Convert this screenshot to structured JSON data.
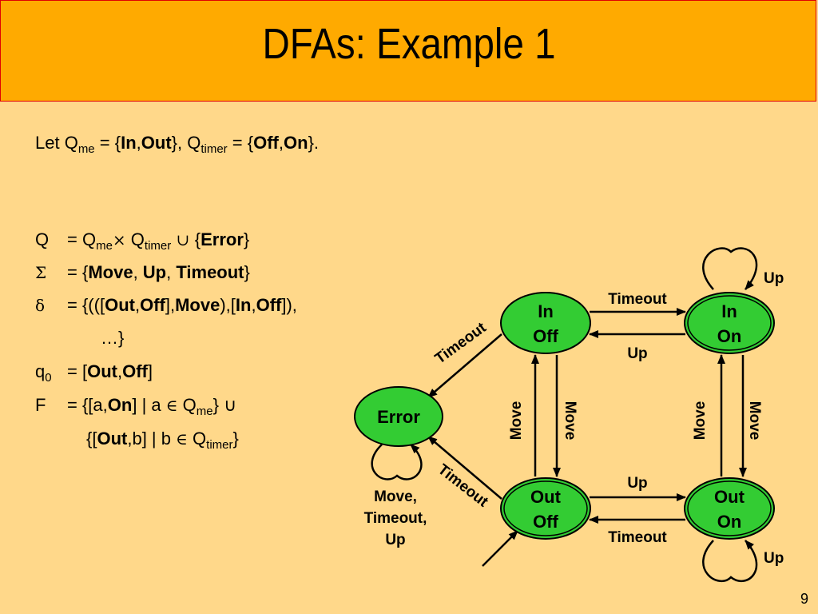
{
  "title": "DFAs: Example 1",
  "definitions": {
    "let_line": {
      "let": "Let Q",
      "me": "me",
      "eq1": " = {",
      "in": "In",
      "comma": ",",
      "out": "Out",
      "mid": "}, Q",
      "timer": "timer",
      "eq2": " = {",
      "off": "Off",
      "on": "On",
      "end": "}."
    },
    "Q_line": {
      "lhs": "Q",
      "eq": "= Q",
      "me": "me",
      "times": "×",
      "q2": " Q",
      "timer": "timer",
      "union": " ∪ ",
      "open": "{",
      "error": "Error",
      "close": "}"
    },
    "sigma_line": {
      "lhs": "Σ",
      "eq": "= {",
      "move": "Move",
      "c1": ", ",
      "up": "Up",
      "c2": ", ",
      "timeout": "Timeout",
      "close": "}"
    },
    "delta_line": {
      "lhs": "δ",
      "eq": "= {(([",
      "out": "Out",
      "c1": ",",
      "off": "Off",
      "c2": "],",
      "move": "Move",
      "c3": "),[",
      "in": "In",
      "c4": ",",
      "off2": "Off",
      "c5": "]),",
      "cont": "…}"
    },
    "q0_line": {
      "lhs": "q",
      "sub": "0",
      "eq": "= [",
      "out": "Out",
      "c": ",",
      "off": "Off",
      "close": "]"
    },
    "F_line": {
      "lhs": "F",
      "eq": "= {[a,",
      "on": "On",
      "mid": "] | a ",
      "elem": "∈",
      "q": " Q",
      "me": "me",
      "close": "} ∪",
      "open2": "{[",
      "out": "Out",
      "mid2": ",b] | b ",
      "elem2": "∈",
      "q2": " Q",
      "timer": "timer",
      "close2": "}"
    }
  },
  "diagram": {
    "states": [
      {
        "id": "in_off",
        "line1": "In",
        "line2": "Off"
      },
      {
        "id": "in_on",
        "line1": "In",
        "line2": "On"
      },
      {
        "id": "out_off",
        "line1": "Out",
        "line2": "Off"
      },
      {
        "id": "out_on",
        "line1": "Out",
        "line2": "On"
      },
      {
        "id": "error",
        "line1": "Error"
      }
    ],
    "edge_labels": {
      "up_self_top": "Up",
      "timeout_top": "Timeout",
      "up_top": "Up",
      "timeout_to_error_top": "Timeout",
      "move_left_1": "Move",
      "move_left_2": "Move",
      "move_right_1": "Move",
      "move_right_2": "Move",
      "timeout_to_error_bottom": "Timeout",
      "up_bottom": "Up",
      "timeout_bottom": "Timeout",
      "up_self_bottom": "Up",
      "error_self_1": "Move,",
      "error_self_2": "Timeout,",
      "error_self_3": "Up"
    },
    "colors": {
      "state_fill": "#33CC33",
      "state_stroke": "#000000",
      "background": "#FFD88A",
      "title_bg": "#FFAA00",
      "title_border": "#E00000"
    }
  },
  "page_number": "9"
}
